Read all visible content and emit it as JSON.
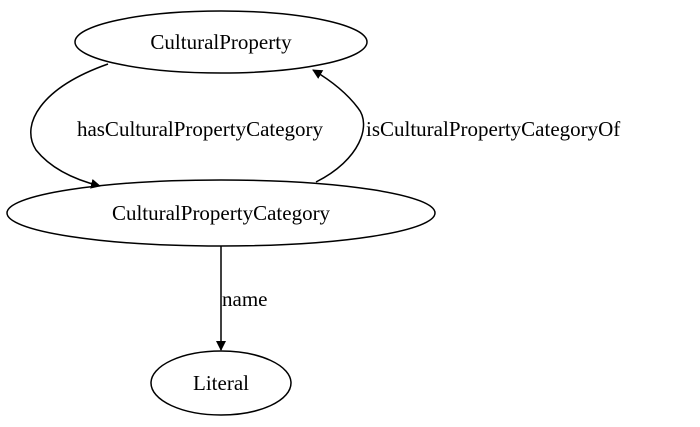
{
  "nodes": {
    "cultural_property": "CulturalProperty",
    "cultural_property_category": "CulturalPropertyCategory",
    "literal": "Literal"
  },
  "edges": {
    "has_category": "hasCulturalPropertyCategory",
    "is_category_of": "isCulturalPropertyCategoryOf",
    "name": "name"
  }
}
